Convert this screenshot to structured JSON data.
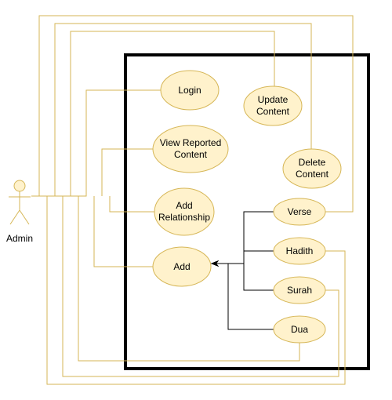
{
  "actor": {
    "name": "Admin"
  },
  "use_cases": {
    "login": "Login",
    "update_content": [
      "Update",
      "Content"
    ],
    "view_reported": [
      "View Reported",
      "Content"
    ],
    "delete_content": [
      "Delete",
      "Content"
    ],
    "add_relationship": [
      "Add",
      "Relationship"
    ],
    "add": "Add",
    "verse": "Verse",
    "hadith": "Hadith",
    "surah": "Surah",
    "dua": "Dua"
  },
  "colors": {
    "use_case_fill": "#fff2cc",
    "use_case_stroke": "#d6b656",
    "boundary": "#000000"
  }
}
